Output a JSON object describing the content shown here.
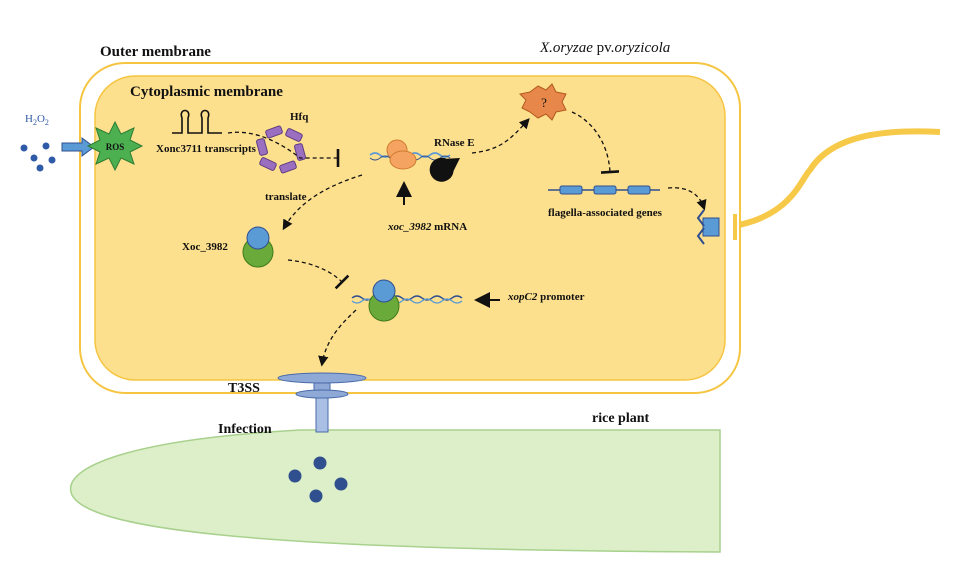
{
  "labels": {
    "outer_membrane": "Outer membrane",
    "cytoplasmic_membrane": "Cytoplasmic membrane",
    "organism_genus": "X.oryzae",
    "organism_pv": " pv.",
    "organism_pathovar": "oryzicola",
    "h2o2_h": "H",
    "h2o2_sub1": "2",
    "h2o2_o": "O",
    "h2o2_sub2": "2",
    "ros": "ROS",
    "hfq": "Hfq",
    "xonc_transcripts": "Xonc3711 transcripts",
    "translate": "translate",
    "rnase_e": "RNase E",
    "mrna_gene": "xoc_3982",
    "mrna_suffix": " mRNA",
    "unknown": "?",
    "flagella_genes": "flagella-associated genes",
    "xoc_protein": "Xoc_3982",
    "promoter_gene": "xopC2",
    "promoter_suffix": " promoter",
    "t3ss": "T3SS",
    "infection": "Infection",
    "rice_plant": "rice plant"
  },
  "colors": {
    "cell_fill": "#fde08e",
    "membrane_stroke": "#f5c542",
    "plant_fill": "#dcefc8",
    "plant_stroke": "#a9d18e",
    "arrow_blue": "#5b9bd5",
    "ros_green": "#4caf50",
    "hfq_purple": "#9b6fc0",
    "ribosome_orange": "#f4a460",
    "rnase_black": "#111111",
    "unknown_orange": "#e8874a",
    "gene_blue": "#5b9bd5",
    "protein_blue": "#5b9bd5",
    "protein_green": "#6aaa3a",
    "t3ss_blue": "#8fa9d6",
    "dot_dark_blue": "#2f4f8f",
    "flagellum_yellow": "#f7c948"
  }
}
